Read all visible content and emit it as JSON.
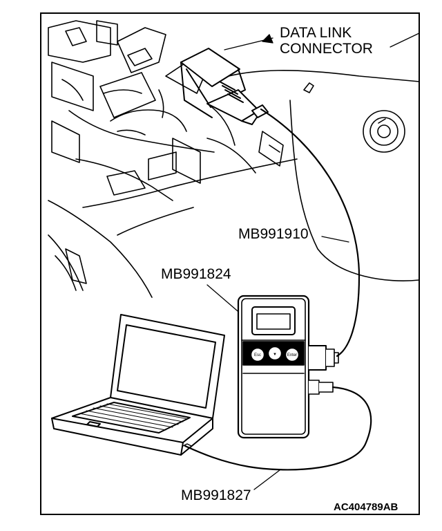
{
  "labels": {
    "data_link_connector_line1": "DATA LINK",
    "data_link_connector_line2": "CONNECTOR",
    "cable_to_connector": "MB991910",
    "vci_unit": "MB991824",
    "usb_cable": "MB991827"
  },
  "figure_code": "AC404789AB",
  "device_buttons": [
    "Esc",
    "▼",
    "Enter"
  ]
}
